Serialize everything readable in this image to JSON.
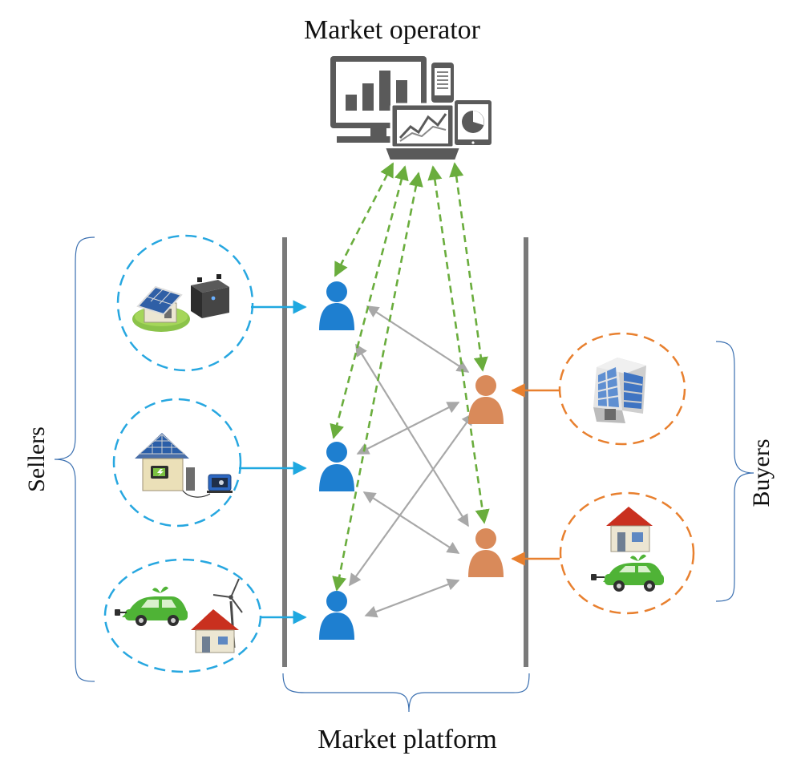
{
  "labels": {
    "operator": "Market operator",
    "sellers": "Sellers",
    "buyers": "Buyers",
    "platform": "Market platform"
  },
  "colors": {
    "seller": "#1e7fd0",
    "buyer": "#d98a5a",
    "seller_ring": "#27a7e0",
    "buyer_ring": "#e8802f",
    "seller_arrow": "#1fa8e0",
    "buyer_arrow": "#e8802f",
    "operator_link": "#6aad3d",
    "trade_link": "#a8a8a8",
    "platform_bar": "#7a7a7a",
    "brace": "#3a6fb0",
    "device": "#555555"
  },
  "nodes": {
    "sellers": [
      "seller-1",
      "seller-2",
      "seller-3"
    ],
    "buyers": [
      "buyer-1",
      "buyer-2"
    ]
  },
  "icons": {
    "operator": "computer-devices-icon",
    "seller_1": "solar-house-battery-icon",
    "seller_2": "solar-house-generator-icon",
    "seller_3": "ev-wind-house-icon",
    "buyer_1": "office-building-icon",
    "buyer_2": "house-ev-icon"
  }
}
